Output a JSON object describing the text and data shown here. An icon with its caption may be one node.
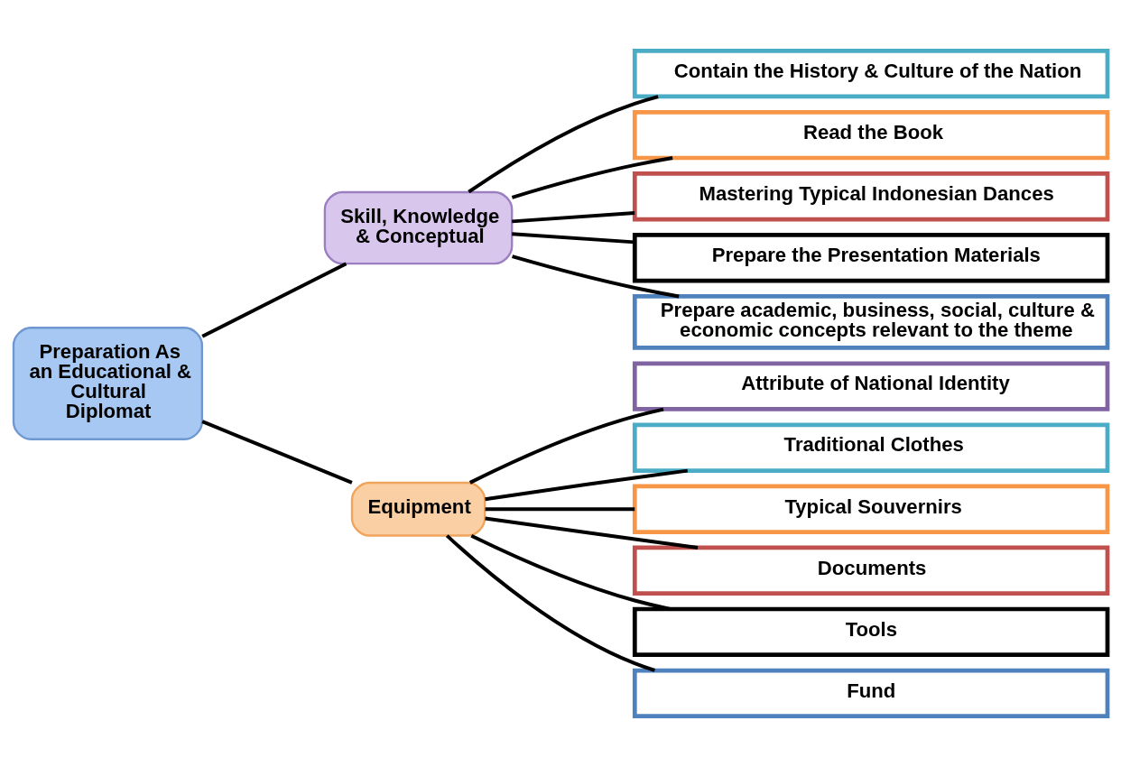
{
  "diagram": {
    "nodes": [
      {
        "text": [
          "Preparation As an Educational & Cultural Diplomat"
        ]
      },
      {
        "text": [
          "Skill, Knowledge & Conceptual"
        ]
      },
      {
        "text": [
          "Equipment"
        ]
      },
      {
        "text": [
          "Contain the History & Culture of the Nation"
        ]
      },
      {
        "text": [
          "Read the Book"
        ]
      },
      {
        "text": [
          "Mastering Typical Indonesian Dances"
        ]
      },
      {
        "text": [
          "Prepare the Presentation Materials"
        ]
      },
      {
        "text": [
          "Prepare academic, business, social, culture & economic concepts relevant to the theme"
        ]
      },
      {
        "text": [
          "Attribute of National Identity"
        ]
      },
      {
        "text": [
          "Traditional Clothes"
        ]
      },
      {
        "text": [
          "Typical Souvernirs"
        ]
      },
      {
        "text": [
          "Documents"
        ]
      },
      {
        "text": [
          "Tools"
        ]
      },
      {
        "text": [
          "Fund"
        ]
      }
    ],
    "edges": [
      {
        "from": 0,
        "to": 1,
        "arrow": "none"
      },
      {
        "from": 0,
        "to": 2,
        "arrow": "none"
      },
      {
        "from": 1,
        "to": 3,
        "arrow": "none"
      },
      {
        "from": 1,
        "to": 4,
        "arrow": "none"
      },
      {
        "from": 1,
        "to": 5,
        "arrow": "none"
      },
      {
        "from": 1,
        "to": 6,
        "arrow": "none"
      },
      {
        "from": 1,
        "to": 7,
        "arrow": "none"
      },
      {
        "from": 2,
        "to": 8,
        "arrow": "none"
      },
      {
        "from": 2,
        "to": 9,
        "arrow": "none"
      },
      {
        "from": 2,
        "to": 10,
        "arrow": "none"
      },
      {
        "from": 2,
        "to": 11,
        "arrow": "none"
      },
      {
        "from": 2,
        "to": 12,
        "arrow": "none"
      },
      {
        "from": 2,
        "to": 13,
        "arrow": "none"
      }
    ]
  }
}
